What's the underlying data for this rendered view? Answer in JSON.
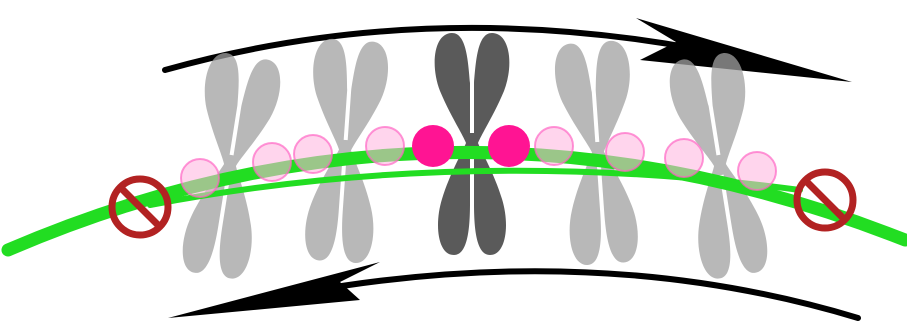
{
  "colors": {
    "background": "#ffffff",
    "track_green": "#22dd22",
    "motor_pink": "#ff1493",
    "ghost_pink": "#ff80c8",
    "ghost_chromosome": "#a0a0a0",
    "main_chromosome": "#5a5a5a",
    "arrow": "#000000",
    "block_sign": "#b22222"
  },
  "diagram": {
    "elements": [
      {
        "name": "chromosome-ghost-1",
        "kind": "ghost"
      },
      {
        "name": "chromosome-ghost-2",
        "kind": "ghost"
      },
      {
        "name": "chromosome-main",
        "kind": "main"
      },
      {
        "name": "chromosome-ghost-3",
        "kind": "ghost"
      },
      {
        "name": "chromosome-ghost-4",
        "kind": "ghost"
      }
    ],
    "arrows": [
      {
        "name": "arrow-top",
        "direction": "right"
      },
      {
        "name": "arrow-bottom",
        "direction": "left"
      }
    ],
    "stop_signs": [
      {
        "name": "stop-sign-left",
        "icon": "no-entry-icon"
      },
      {
        "name": "stop-sign-right",
        "icon": "no-entry-icon"
      }
    ]
  }
}
